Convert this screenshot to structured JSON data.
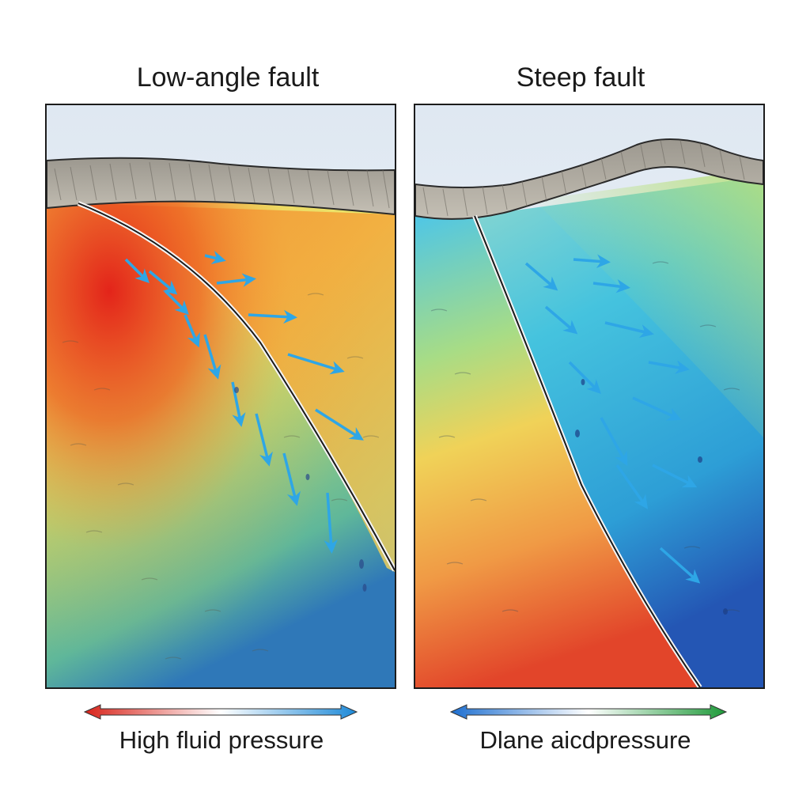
{
  "panels": {
    "left": {
      "title": "Low-angle fault",
      "legend_label": "High fluid pressure",
      "legend_colors": [
        "#d8231a",
        "#ffffff",
        "#1e8ad8"
      ]
    },
    "right": {
      "title": "Steep fault",
      "legend_label": "Dlane aicdpressure",
      "legend_colors": [
        "#1e6fd0",
        "#ffffff",
        "#1f9a3a"
      ]
    }
  },
  "colors": {
    "sky": "#e9eff6",
    "rock_cap": "#a7a39b",
    "fault_line": "#1a1a1a",
    "arrow": "#2ea6e6",
    "hot": "#e23a1e",
    "warm": "#f2d24a",
    "mid": "#9fd07a",
    "cool": "#2fb7d9",
    "deep": "#2559b8"
  }
}
